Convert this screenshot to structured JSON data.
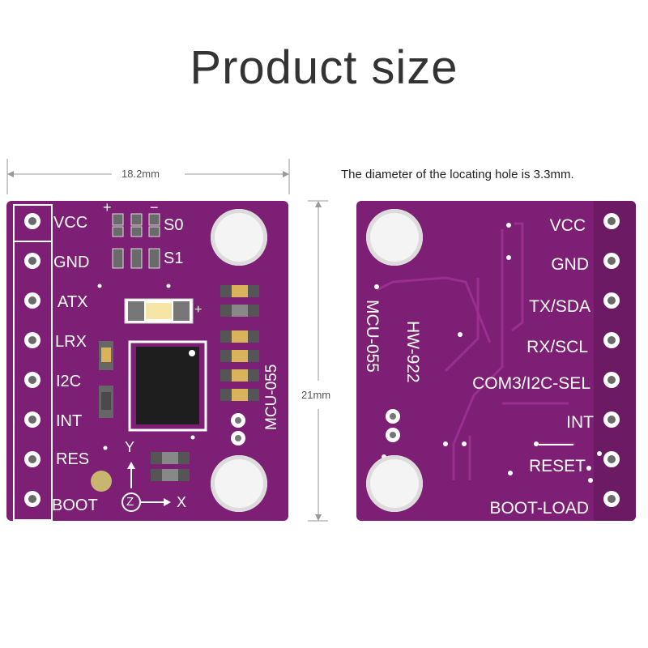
{
  "title": "Product size",
  "note": "The diameter of the locating hole is 3.3mm.",
  "dimensions": {
    "width": "18.2mm",
    "height": "21mm"
  },
  "front": {
    "pins": [
      "VCC",
      "GND",
      "ATX",
      "LRX",
      "I2C",
      "INT",
      "RES",
      "BOOT"
    ],
    "jumpers": [
      "S0",
      "S1"
    ],
    "model": "MCU-055",
    "axes": {
      "y": "Y",
      "z": "Z",
      "x": "X"
    },
    "plus": "+",
    "minus": "−"
  },
  "back": {
    "pins": [
      "VCC",
      "GND",
      "TX/SDA",
      "RX/SCL",
      "COM3/I2C-SEL",
      "INT",
      "RESET",
      "BOOT-LOAD"
    ],
    "model": "MCU-055",
    "board_id": "HW-922"
  },
  "colors": {
    "pcb": "#7d1f74",
    "silkscreen": "#ffffff",
    "pad": "#6a6a6a",
    "trace": "#9a2f8f"
  }
}
